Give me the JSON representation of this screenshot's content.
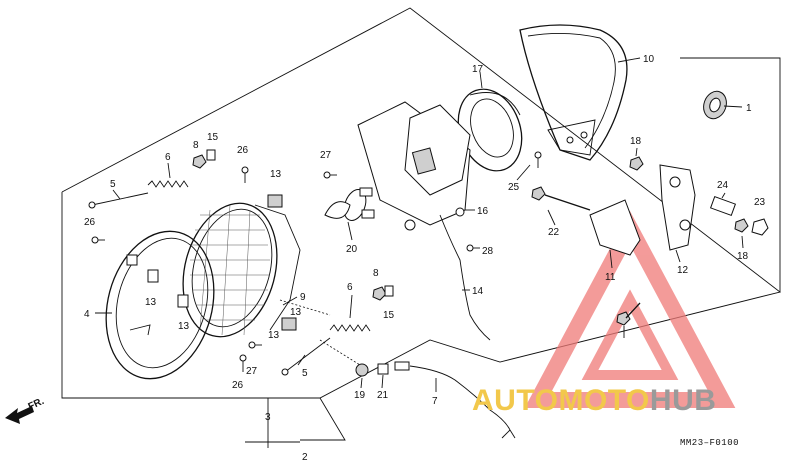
{
  "diagram": {
    "part_numbers": [
      "1",
      "2",
      "3",
      "4",
      "5",
      "5",
      "6",
      "6",
      "7",
      "8",
      "8",
      "9",
      "10",
      "11",
      "12",
      "13",
      "13",
      "13",
      "13",
      "13",
      "14",
      "15",
      "15",
      "16",
      "17",
      "18",
      "18",
      "19",
      "20",
      "21",
      "22",
      "23",
      "24",
      "25",
      "26",
      "26",
      "26",
      "27",
      "27",
      "28"
    ],
    "direction_label": "FR.",
    "reference_code": "MM23–F0100"
  },
  "watermark": {
    "part_a": "AUTOMOTO",
    "part_b": "HUB",
    "colors": {
      "triangle": "#f07a78",
      "text_a": "#f2c84b",
      "text_b": "#9a9a9a"
    }
  }
}
